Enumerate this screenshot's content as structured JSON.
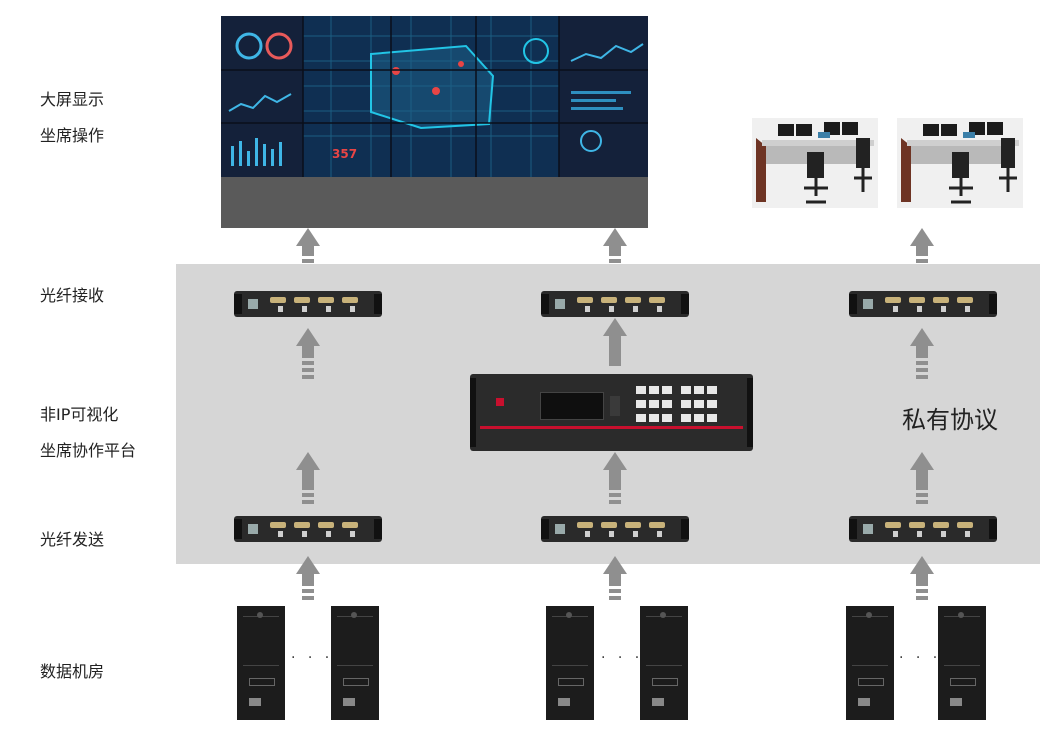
{
  "row_labels": {
    "display": "大屏显示",
    "seat": "坐席操作",
    "fiber_rx": "光纤接收",
    "platform_1": "非IP可视化",
    "platform_2": "坐席协作平台",
    "fiber_tx": "光纤发送",
    "datacenter": "数据机房"
  },
  "protocol_label": "私有协议",
  "screen": {
    "value_1": "357"
  },
  "ellipsis": "· · ·",
  "colors": {
    "band": "#d6d6d6",
    "arrow": "#8f8f8f",
    "device": "#2a2a2a",
    "accent_red": "#c8102e",
    "screen_bg": "#14213a",
    "map_glow": "#22c5e6"
  }
}
